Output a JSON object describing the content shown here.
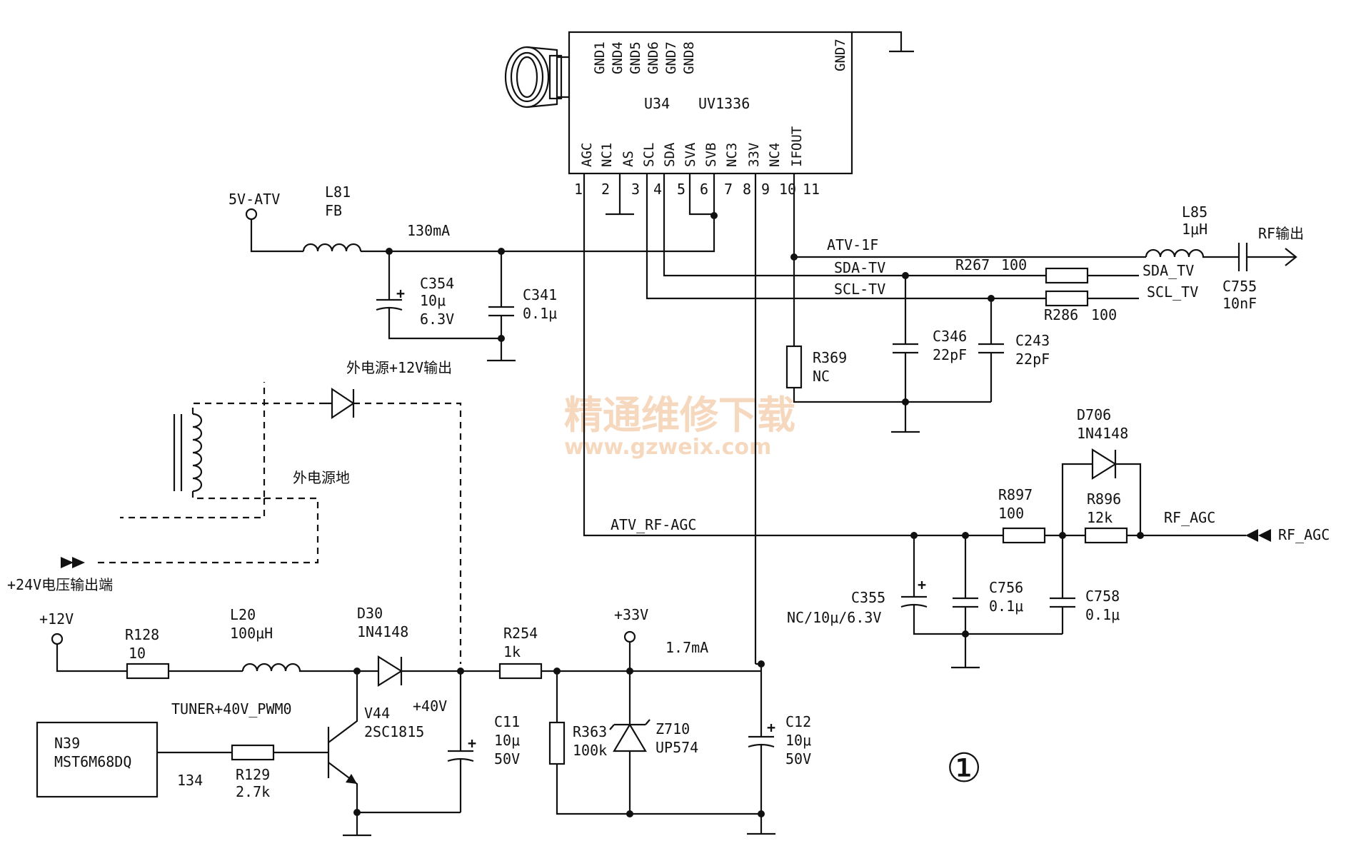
{
  "ic": {
    "ref": "U34",
    "part": "UV1336",
    "top_pins": [
      "GND1",
      "GND4",
      "GND5",
      "GND6",
      "GND7",
      "GND8"
    ],
    "top_right_pin": "GND7",
    "bottom_pins": [
      "AGC",
      "NC1",
      "AS",
      "SCL",
      "SDA",
      "SVA",
      "SVB",
      "NC3",
      "33V",
      "NC4",
      "IFOUT"
    ],
    "pin_numbers": [
      "1",
      "2",
      "3",
      "4",
      "5",
      "6",
      "7",
      "8",
      "9",
      "10",
      "11"
    ]
  },
  "supply": {
    "v5_atv": "5V-ATV",
    "l81_ref": "L81",
    "l81_val": "FB",
    "current": "130mA",
    "c354_ref": "C354",
    "c354_val1": "10μ",
    "c354_val2": "6.3V",
    "c341_ref": "C341",
    "c341_val": "0.1μ"
  },
  "bus": {
    "atv_if": "ATV-1F",
    "sda_tv_net": "SDA-TV",
    "scl_tv_net": "SCL-TV",
    "r267_ref": "R267",
    "r267_val": "100",
    "r286_ref": "R286",
    "r286_val": "100",
    "sda_tv": "SDA_TV",
    "scl_tv": "SCL_TV",
    "l85_ref": "L85",
    "l85_val": "1μH",
    "rf_out": "RF输出",
    "c755_ref": "C755",
    "c755_val": "10nF",
    "r369_ref": "R369",
    "r369_val": "NC",
    "c346_ref": "C346",
    "c346_val": "22pF",
    "c243_ref": "C243",
    "c243_val": "22pF"
  },
  "external": {
    "plus12_out": "外电源+12V输出",
    "ext_gnd": "外电源地",
    "plus24_out": "+24V电压输出端"
  },
  "agc": {
    "net": "ATV_RF-AGC",
    "d706_ref": "D706",
    "d706_val": "1N4148",
    "r897_ref": "R897",
    "r897_val": "100",
    "r896_ref": "R896",
    "r896_val": "12k",
    "rf_agc_net": "RF_AGC",
    "rf_agc_in": "RF_AGC",
    "c355_ref": "C355",
    "c355_val": "NC/10μ/6.3V",
    "c756_ref": "C756",
    "c756_val": "0.1μ",
    "c758_ref": "C758",
    "c758_val": "0.1μ"
  },
  "boost": {
    "v12": "+12V",
    "r128_ref": "R128",
    "r128_val": "10",
    "l20_ref": "L20",
    "l20_val": "100μH",
    "d30_ref": "D30",
    "d30_val": "1N4148",
    "pwm": "TUNER+40V_PWM0",
    "v44_ref": "V44",
    "v44_val": "2SC1815",
    "v40": "+40V",
    "n39_ref": "N39",
    "n39_val": "MST6M68DQ",
    "pin134": "134",
    "r129_ref": "R129",
    "r129_val": "2.7k",
    "c11_ref": "C11",
    "c11_val1": "10μ",
    "c11_val2": "50V",
    "r254_ref": "R254",
    "r254_val": "1k",
    "v33": "+33V",
    "current": "1.7mA",
    "r363_ref": "R363",
    "r363_val": "100k",
    "z710_ref": "Z710",
    "z710_val": "UP574",
    "c12_ref": "C12",
    "c12_val1": "10μ",
    "c12_val2": "50V"
  },
  "watermark": {
    "line1": "精通维修下载",
    "line2": "www.gzweix.com"
  },
  "figure_number": "①"
}
